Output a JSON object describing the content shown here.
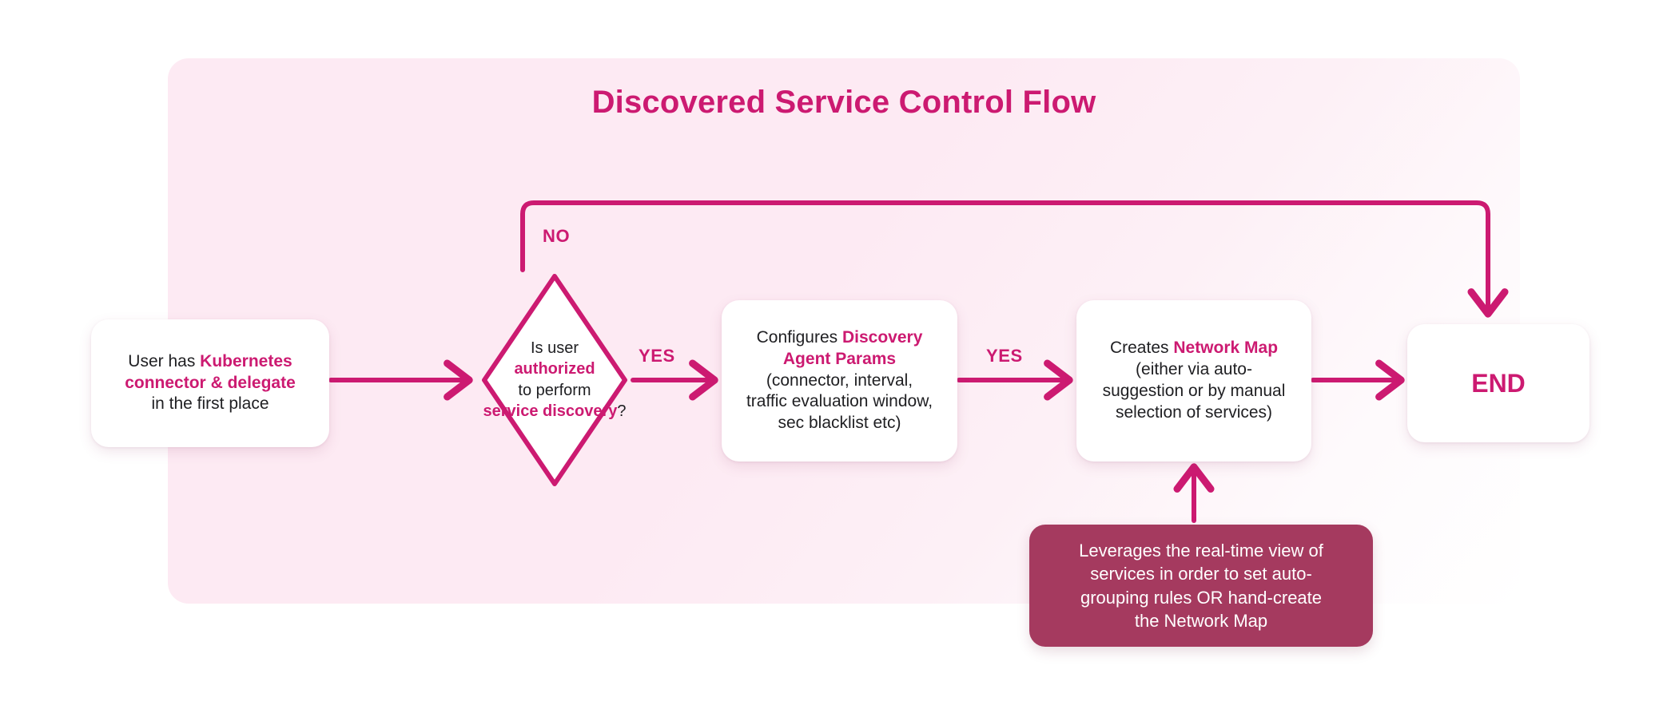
{
  "diagram": {
    "title": "Discovered Service Control Flow",
    "type": "flowchart",
    "colors": {
      "accent": "#cc1a71",
      "panel_background": "#fdeaf3",
      "node_background": "#ffffff",
      "note_background": "#a53a5f",
      "note_text": "#ffffff",
      "body_text": "#1f1f22"
    },
    "nodes": {
      "start": {
        "shape": "rounded-rect",
        "line1_plain": "User has ",
        "line1_highlight": "Kubernetes",
        "line2_highlight": "connector & delegate",
        "line3_plain": "in the first place"
      },
      "decision": {
        "shape": "diamond",
        "line1": "Is user",
        "line2_highlight": "authorized",
        "line3": "to perform",
        "line4_highlight": "service discovery",
        "line4_suffix": "?"
      },
      "params": {
        "shape": "rounded-rect",
        "line1_plain": "Configures ",
        "line1_highlight": "Discovery",
        "line2_highlight": "Agent Params",
        "line3": "(connector, interval,",
        "line4": "traffic evaluation window,",
        "line5": "sec blacklist etc)"
      },
      "map": {
        "shape": "rounded-rect",
        "line1_plain": "Creates ",
        "line1_highlight": "Network Map",
        "line2": "(either via auto-",
        "line3": "suggestion or by manual",
        "line4": "selection of services)"
      },
      "end": {
        "shape": "rounded-rect",
        "label": "END"
      },
      "note": {
        "shape": "rounded-rect-filled",
        "line1": "Leverages the real-time view of",
        "line2": "services in order to set auto-",
        "line3": "grouping rules OR hand-create",
        "line4": "the Network Map"
      }
    },
    "edges": {
      "start_to_decision": {
        "label": ""
      },
      "decision_no": {
        "label": "NO",
        "target": "end"
      },
      "decision_yes": {
        "label": "YES",
        "target": "params"
      },
      "params_to_map": {
        "label": "YES",
        "target": "map"
      },
      "map_to_end": {
        "label": ""
      },
      "note_to_map": {
        "label": ""
      }
    }
  }
}
